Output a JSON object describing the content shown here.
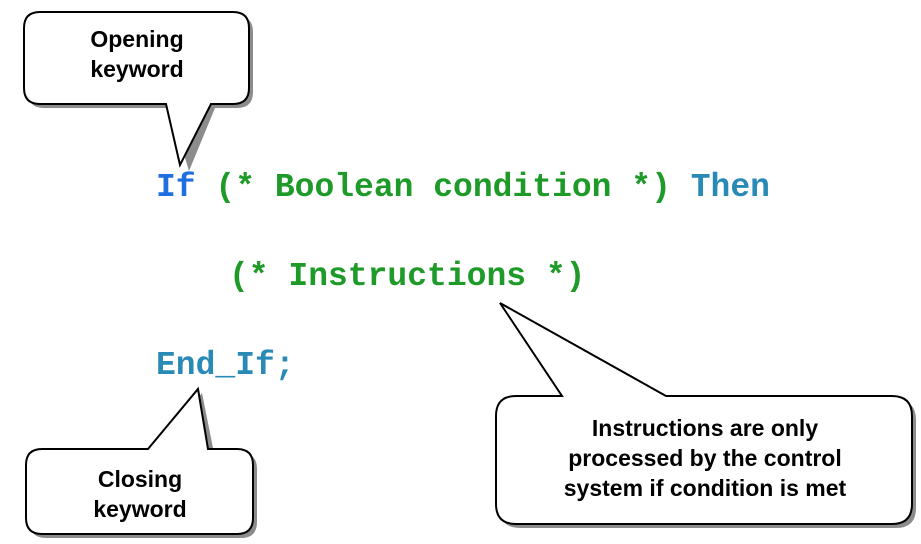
{
  "code": {
    "line1": {
      "keyword_if": "If",
      "condition": "(* Boolean condition *)",
      "keyword_then": "Then"
    },
    "line2": {
      "instructions": "(* Instructions *)"
    },
    "line3": {
      "keyword_end": "End_If;"
    }
  },
  "callouts": {
    "opening": {
      "line1": "Opening",
      "line2": "keyword"
    },
    "closing": {
      "line1": "Closing",
      "line2": "keyword"
    },
    "instructions": {
      "line1": "Instructions are only",
      "line2": "processed by the control",
      "line3": "system if condition is met"
    }
  },
  "colors": {
    "if_keyword": "#1f6fe0",
    "then_end_keyword": "#2a8ab6",
    "comment": "#1e9a28"
  }
}
